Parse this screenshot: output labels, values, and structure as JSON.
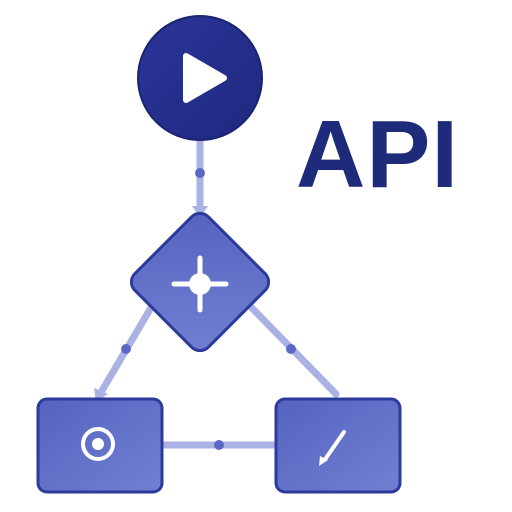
{
  "label": "API",
  "nodes": [
    {
      "id": "start",
      "shape": "circle",
      "icon": "play-icon"
    },
    {
      "id": "decision",
      "shape": "diamond",
      "icon": "crosshair-icon"
    },
    {
      "id": "target",
      "shape": "rounded-rect",
      "icon": "target-icon"
    },
    {
      "id": "edit",
      "shape": "rounded-rect",
      "icon": "pencil-icon"
    }
  ],
  "edges": [
    {
      "from": "start",
      "to": "decision"
    },
    {
      "from": "decision",
      "to": "target"
    },
    {
      "from": "decision",
      "to": "edit"
    },
    {
      "from": "target",
      "to": "edit"
    }
  ],
  "colors": {
    "start_fill": "#27318e",
    "start_stroke": "#1b2470",
    "node_fill": "#5b69c4",
    "node_fill_light": "#6f7bd0",
    "node_stroke": "#2c3b99",
    "edge": "#a9b2e2",
    "edge_dot": "#5b69c4",
    "icon": "#ffffff",
    "label": "#1e2a7a"
  }
}
